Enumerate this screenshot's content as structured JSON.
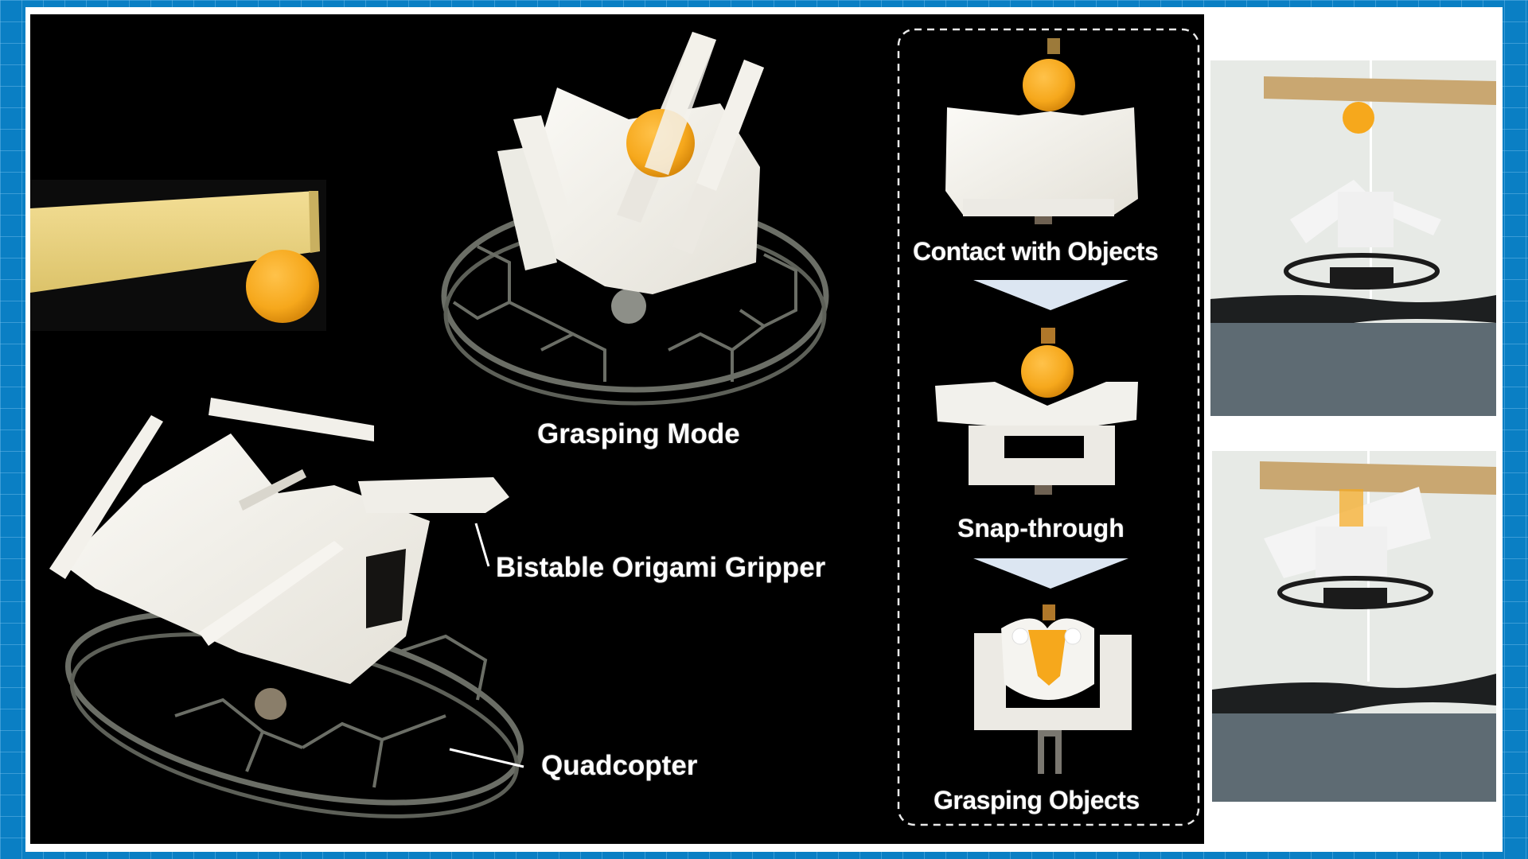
{
  "figure": {
    "background_color": "#0a7fc4",
    "frame_color": "#ffffff",
    "panel_color": "#000000",
    "accent_colors": {
      "ball": "#f6a81c",
      "stick": "#e8cf7a",
      "gripper": "#f1eee6",
      "cage": "#6b6e66",
      "arrow": "#dce6f2"
    }
  },
  "left_panel": {
    "inset": {
      "description": "wooden stick holding ping-pong ball"
    },
    "labels": {
      "grasping_mode": "Grasping Mode",
      "gripper": "Bistable Origami Gripper",
      "quadcopter": "Quadcopter"
    }
  },
  "sequence_panel": {
    "stages": [
      {
        "label": "Contact with Objects"
      },
      {
        "label": "Snap-through"
      },
      {
        "label": "Grasping Objects"
      }
    ],
    "arrows": [
      "down-arrow",
      "down-arrow"
    ]
  },
  "photo_panel": {
    "photos": [
      {
        "description": "drone approaching ball under stick"
      },
      {
        "description": "drone grasping ball under stick"
      }
    ]
  }
}
